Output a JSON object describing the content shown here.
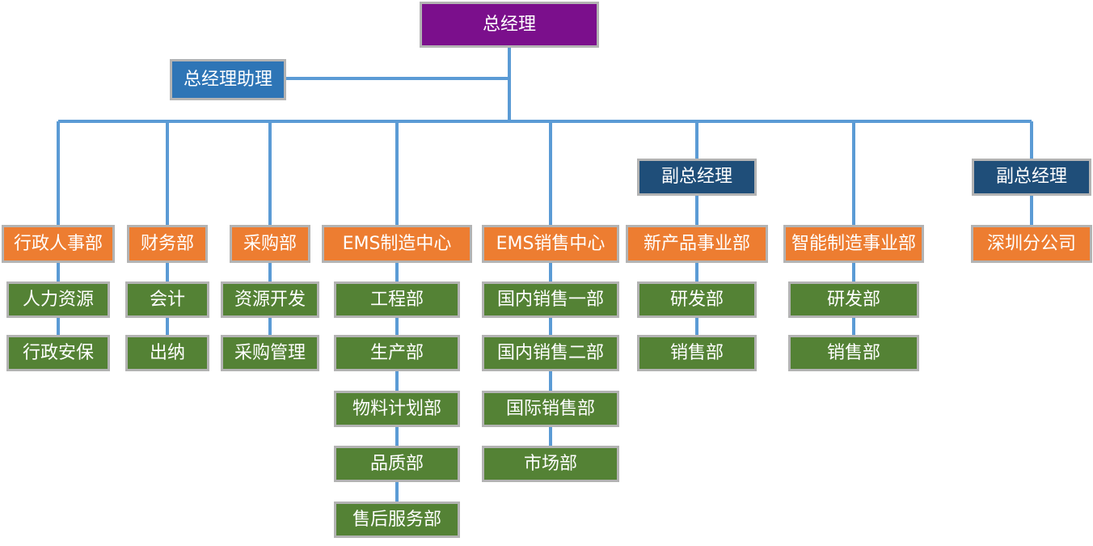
{
  "colors": {
    "line": "#5b9bd5",
    "border": "#b3b3b3",
    "gm": "#7b0f8c",
    "assistant": "#2e75b6",
    "vp": "#1f4e79",
    "dept": "#ed7d31",
    "sub": "#548235"
  },
  "gm": {
    "label": "总经理"
  },
  "assistant": {
    "label": "总经理助理"
  },
  "vp_left": {
    "label": "副总经理"
  },
  "vp_right": {
    "label": "副总经理"
  },
  "departments": [
    {
      "label": "行政人事部",
      "children": [
        "人力资源",
        "行政安保"
      ]
    },
    {
      "label": "财务部",
      "children": [
        "会计",
        "出纳"
      ]
    },
    {
      "label": "采购部",
      "children": [
        "资源开发",
        "采购管理"
      ]
    },
    {
      "label": "EMS制造中心",
      "children": [
        "工程部",
        "生产部",
        "物料计划部",
        "品质部",
        "售后服务部"
      ]
    },
    {
      "label": "EMS销售中心",
      "children": [
        "国内销售一部",
        "国内销售二部",
        "国际销售部",
        "市场部"
      ]
    },
    {
      "label": "新产品事业部",
      "children": [
        "研发部",
        "销售部"
      ]
    },
    {
      "label": "智能制造事业部",
      "children": [
        "研发部",
        "销售部"
      ]
    },
    {
      "label": "深圳分公司",
      "children": []
    }
  ]
}
